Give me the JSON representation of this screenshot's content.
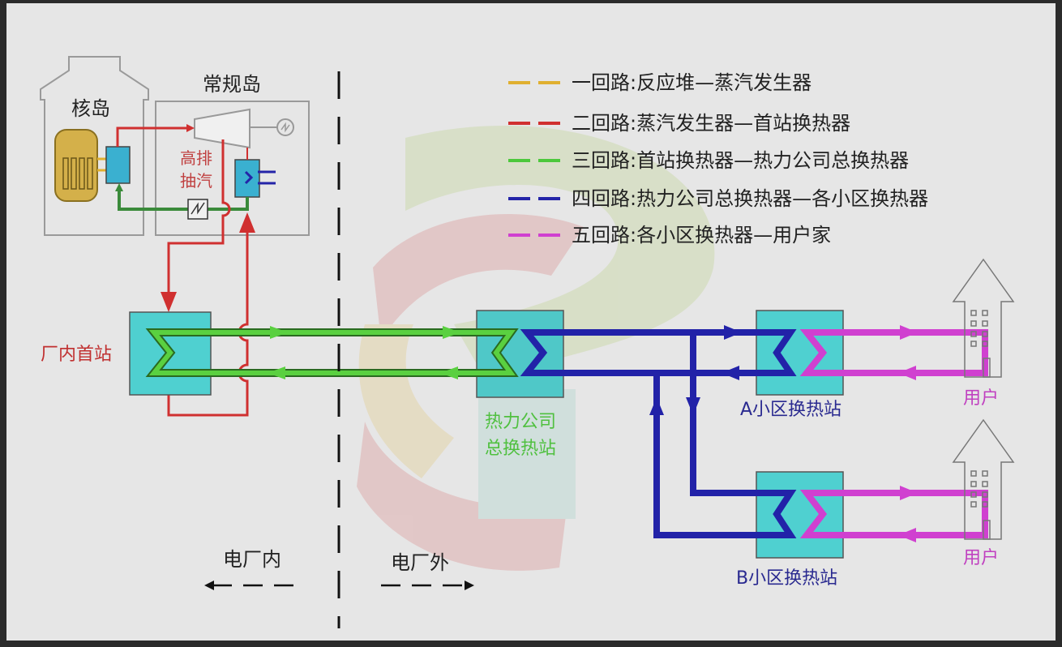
{
  "title": {
    "nuclear_island": "核岛",
    "conventional_island": "常规岛",
    "extraction": [
      "高排",
      "抽汽"
    ]
  },
  "stations": {
    "plant_first_station": "厂内首站",
    "heat_company": [
      "热力公司",
      "总换热站"
    ],
    "station_a": "A小区换热站",
    "station_b": "B小区换热站",
    "user_a": "用户",
    "user_b": "用户"
  },
  "boundary": {
    "inside": "电厂内",
    "outside": "电厂外"
  },
  "legend": [
    {
      "label": "一回路:反应堆—蒸汽发生器",
      "color": "#e0b030"
    },
    {
      "label": "二回路:蒸汽发生器—首站换热器",
      "color": "#d03030"
    },
    {
      "label": "三回路:首站换热器—热力公司总换热器",
      "color": "#4cc83c"
    },
    {
      "label": "四回路:热力公司总换热器—各小区换热器",
      "color": "#2424a8"
    },
    {
      "label": "五回路:各小区换热器—用户家",
      "color": "#d040d0"
    }
  ]
}
